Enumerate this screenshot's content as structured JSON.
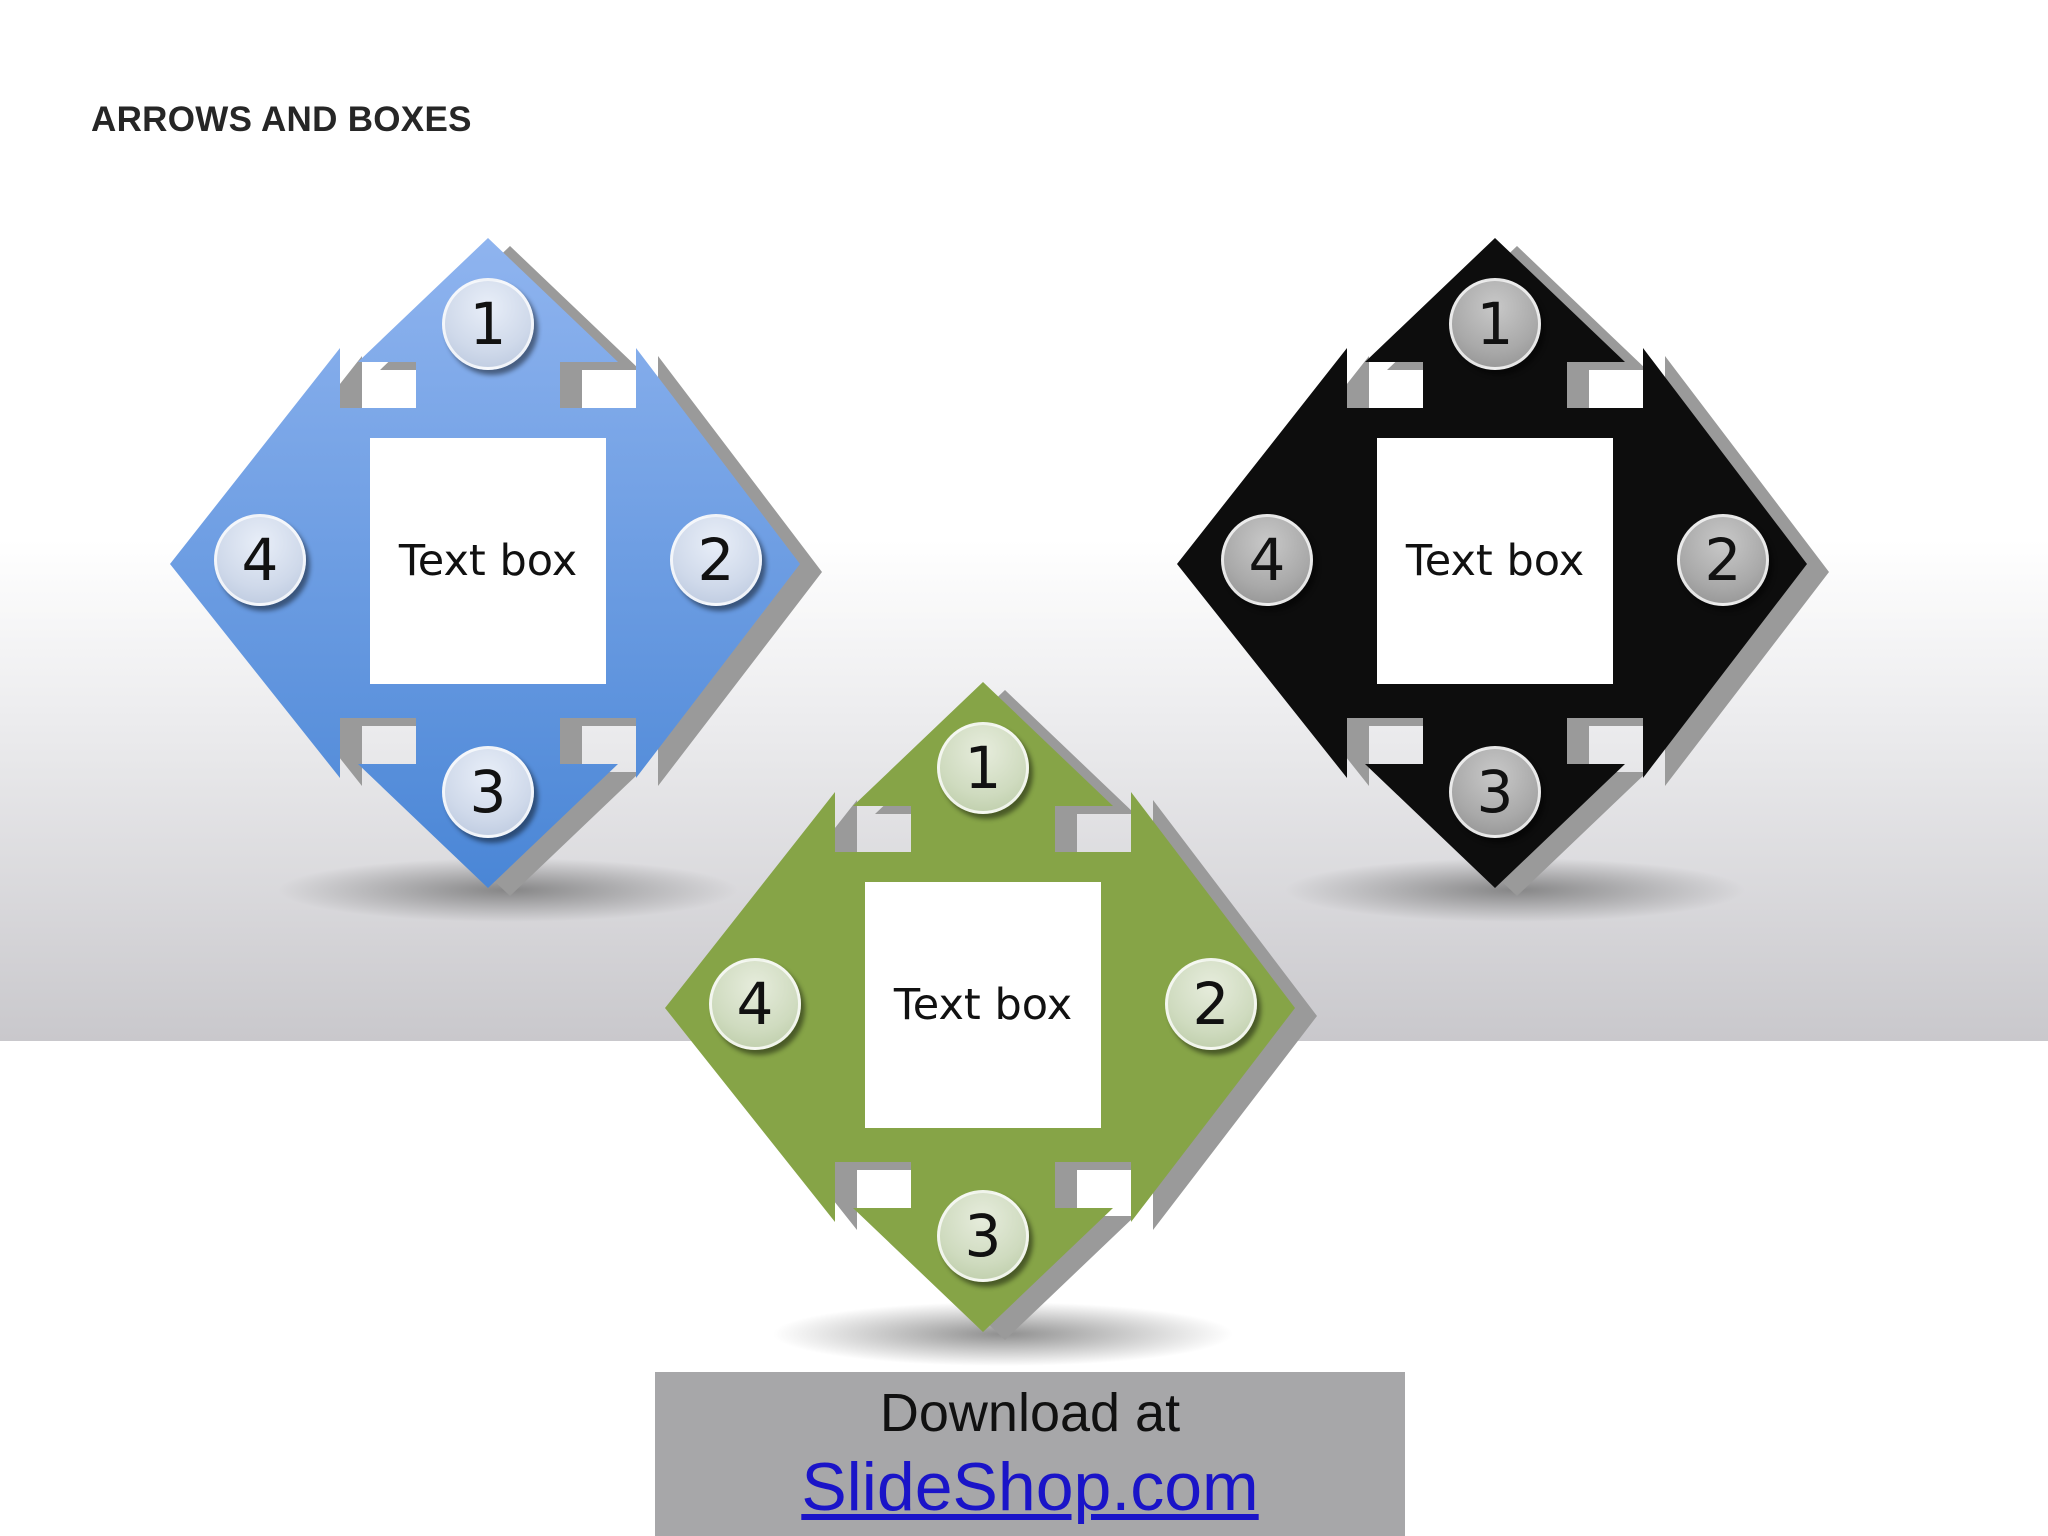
{
  "title": "ARROWS AND BOXES",
  "colors": {
    "blue_top": "#8fb4ef",
    "blue_bottom": "#4a86d6",
    "black": "#0d0d0d",
    "green": "#86a447",
    "shadow": "#9a9a9a",
    "link": "#1a14c8"
  },
  "diagrams": [
    {
      "theme": "blue",
      "text": "Text box",
      "numbers": {
        "up": "1",
        "right": "2",
        "down": "3",
        "left": "4"
      }
    },
    {
      "theme": "black",
      "text": "Text box",
      "numbers": {
        "up": "1",
        "right": "2",
        "down": "3",
        "left": "4"
      }
    },
    {
      "theme": "green",
      "text": "Text box",
      "numbers": {
        "up": "1",
        "right": "2",
        "down": "3",
        "left": "4"
      }
    }
  ],
  "footer": {
    "label": "Download at",
    "link": "SlideShop.com"
  }
}
